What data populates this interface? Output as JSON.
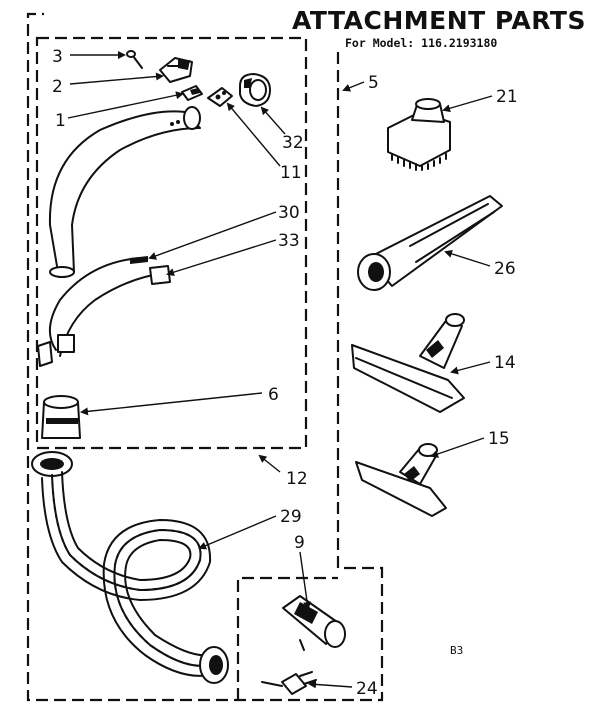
{
  "title": "ATTACHMENT PARTS",
  "subtitle": "For Model: 116.2193180",
  "page_code": "B3",
  "callouts": {
    "c1": "1",
    "c2": "2",
    "c3": "3",
    "c5": "5",
    "c6": "6",
    "c9": "9",
    "c11": "11",
    "c12": "12",
    "c14": "14",
    "c15": "15",
    "c21": "21",
    "c24": "24",
    "c26": "26",
    "c29": "29",
    "c30": "30",
    "c32": "32",
    "c33": "33"
  }
}
